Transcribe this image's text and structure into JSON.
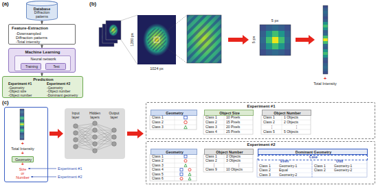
{
  "diagram": {
    "nodes": [
      {
        "text": [
          "Database",
          "Diffraction patterns"
        ]
      },
      {
        "text": [
          "Feature-Extraction",
          "-Downsampled Diffraction patterns",
          "-Total intensity"
        ]
      },
      {
        "text": [
          "Machine Learning"
        ]
      },
      {
        "text": [
          "Neural network"
        ],
        "in": 2
      },
      {
        "text": [
          "Training"
        ],
        "in": 3
      },
      {
        "text": [
          "Test"
        ],
        "in": 3
      },
      {
        "text": [
          "Prediction",
          "Experiment #1",
          "-Geometry",
          "-Object size",
          "-Object number",
          "Experiment #2",
          "-Geometry",
          "-Object number",
          "-Dominant geometry"
        ]
      },
      {
        "text": [
          "+",
          "Total Intensity",
          "+",
          "+",
          "Size or Number"
        ]
      },
      {
        "text": [
          "Geometry"
        ],
        "in": 7
      },
      {
        "text": [
          "Experiment #1"
        ]
      },
      {
        "text": [
          "Geometry"
        ],
        "in": 9
      },
      {
        "text": [
          "Object Size"
        ],
        "in": 9
      },
      {
        "text": [
          "Object Number"
        ],
        "in": 9
      },
      {
        "text": [
          "Experiment #2"
        ]
      },
      {
        "text": [
          "Geometry"
        ],
        "in": 13
      },
      {
        "text": [
          "Object Number"
        ],
        "in": 13
      },
      {
        "text": [
          "Dominant Geometry"
        ],
        "in": 13
      },
      {
        "text": [
          "Case"
        ],
        "in": 13
      }
    ],
    "edges": [
      {
        "from": 0,
        "to": 1,
        "arrow": "to"
      },
      {
        "from": 1,
        "to": 2,
        "arrow": "to"
      },
      {
        "from": 2,
        "to": 6,
        "arrow": "to"
      }
    ],
    "labels": [
      "(a)",
      "(b)",
      "1280 px",
      "1024 px",
      "5 px",
      "5 px",
      "+",
      "Total Intensity",
      "(c)",
      "Experiment #1",
      "Experiment #2",
      "Input layer",
      "Hidden layers",
      "Output layer",
      "Class 1",
      "Class 2",
      "Class 3",
      "Class 1",
      "10 Pixels",
      "Class 2",
      "15 Pixels",
      "Class 3",
      "20 Pixels",
      "Class 4",
      "25 Pixels",
      "Class 1",
      "1 Objects",
      "Class 2",
      "2 Objects",
      "⋮",
      "⋮",
      "Class 5",
      "5 Objects",
      "Class 1",
      "Class 2",
      "Class 3",
      "Class 4",
      "Class 5",
      "Class 6",
      "Class 1",
      "2 Objects",
      "Class 2",
      "3 Objects",
      "⋮",
      "⋮",
      "Class 9",
      "10 Objects",
      "Even",
      "Odd",
      "Class 1",
      "Geometry-1",
      "Class 2",
      "Equal",
      "Class 3",
      "Geometry-2",
      "Class 1",
      "Geometry-1",
      "Class 2",
      "Geometry-2"
    ]
  }
}
